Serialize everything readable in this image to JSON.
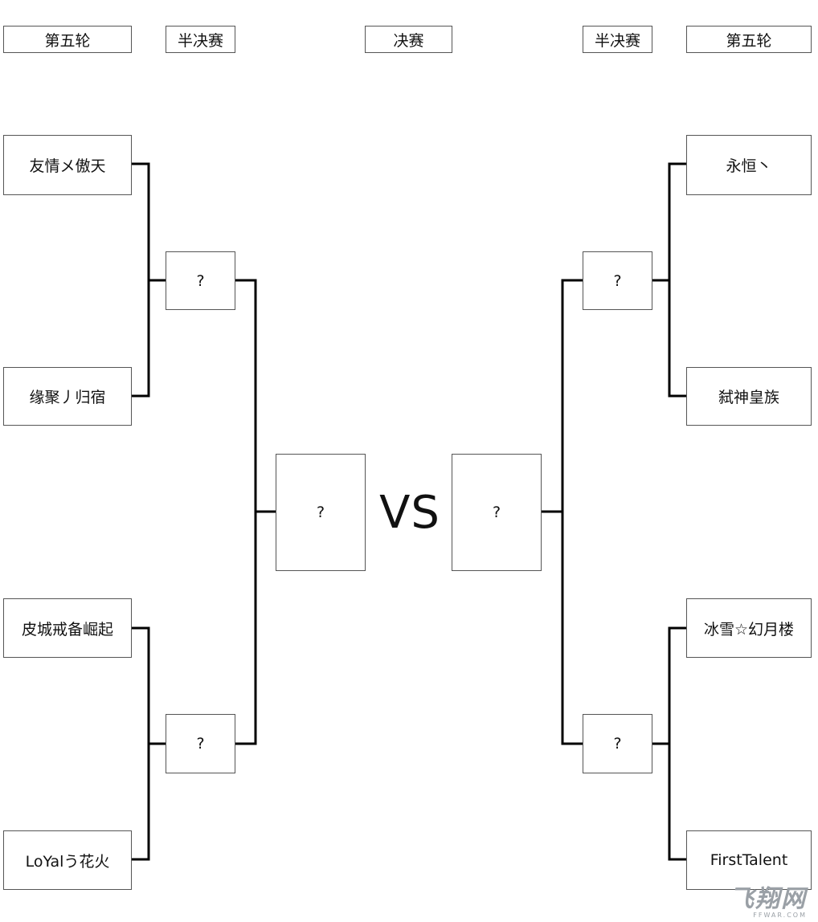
{
  "headers": {
    "left_round5": "第五轮",
    "left_semi": "半决赛",
    "final": "决赛",
    "right_semi": "半决赛",
    "right_round5": "第五轮"
  },
  "left_teams": [
    "友情メ傲天",
    "缘聚丿归宿",
    "皮城戒备崛起",
    "LoYalう花火"
  ],
  "right_teams": [
    "永恒丶",
    "弑神皇族",
    "冰雪☆幻月楼",
    "FirstTalent"
  ],
  "semi_placeholders": [
    "?",
    "?",
    "?",
    "?"
  ],
  "final_placeholders": [
    "?",
    "?"
  ],
  "vs_label": "VS",
  "watermark": {
    "main": "飞翔网",
    "sub": "FFWAR.COM"
  }
}
